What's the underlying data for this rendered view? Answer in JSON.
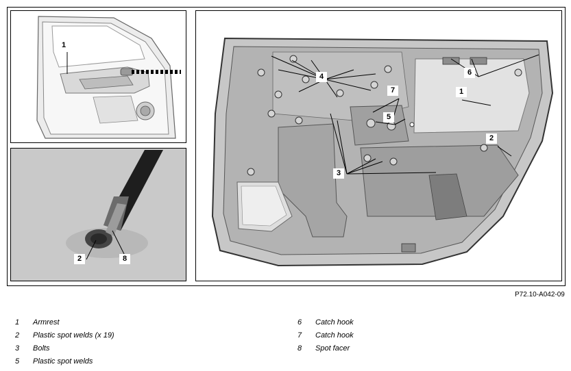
{
  "figure_code": "P72.10-A042-09",
  "callouts": {
    "armrest_small": "1",
    "weld_detail": "2",
    "facer_detail": "8",
    "welds_top": "4",
    "hook_top": "6",
    "armrest_main": "1",
    "hook_mid": "7",
    "welds_mid": "5",
    "weld_right": "2",
    "bolts": "3"
  },
  "legend": [
    {
      "num": "1",
      "text": "Armrest"
    },
    {
      "num": "2",
      "text": "Plastic spot welds (x 19)"
    },
    {
      "num": "3",
      "text": "Bolts"
    },
    {
      "num": "5",
      "text": "Plastic spot welds"
    },
    {
      "num": "6",
      "text": "Catch hook"
    },
    {
      "num": "7",
      "text": "Catch hook"
    },
    {
      "num": "8",
      "text": "Spot facer"
    }
  ],
  "colors": {
    "panel_gray": "#b3b3b3",
    "trim_light": "#e2e2e2",
    "photo_gray": "#c9c9c9",
    "line": "#000000"
  }
}
